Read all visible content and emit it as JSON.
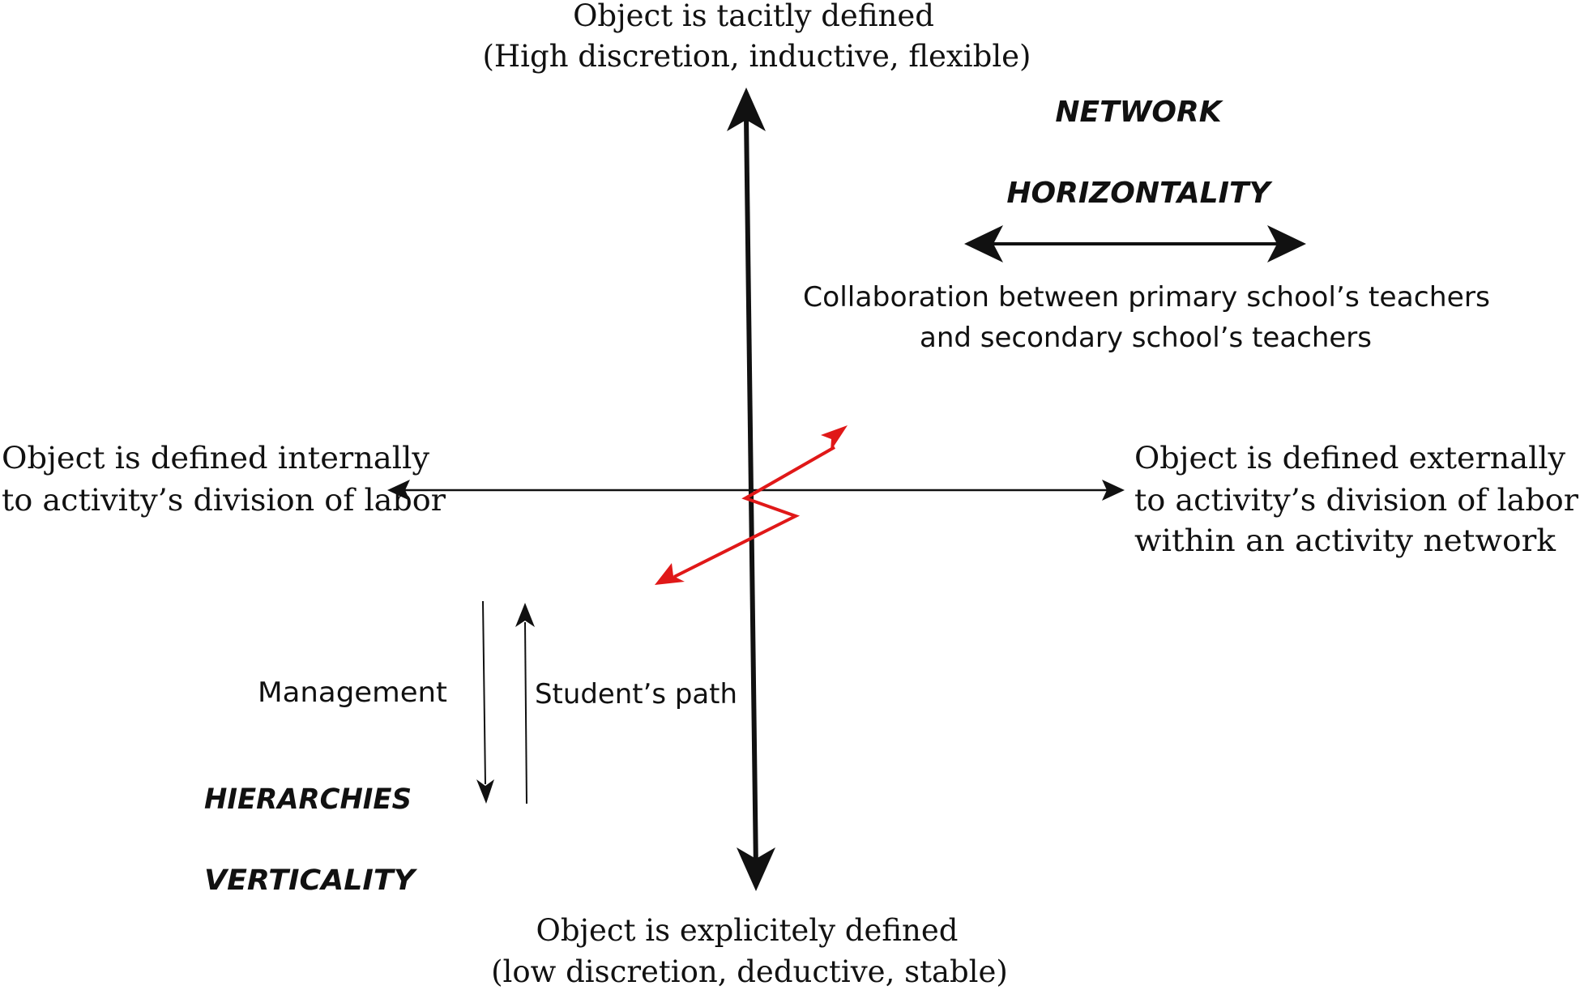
{
  "labels": {
    "top_line1": "Object is tacitly defined",
    "top_line2": "(High discretion, inductive, flexible)",
    "bottom_line1": "Object is explicitely defined",
    "bottom_line2": "(low discretion, deductive, stable)",
    "left_line1": "Object is defined internally",
    "left_line2": "to activity’s division of labor",
    "right_line1": "Object is defined externally",
    "right_line2": "to activity’s division of labor",
    "right_line3": "within an activity network",
    "network": "NETWORK",
    "horizontality": "HORIZONTALITY",
    "collab_line1": "Collaboration between primary school’s teachers",
    "collab_line2": "and secondary school’s teachers",
    "management": "Management",
    "students_path": "Student’s path",
    "hierarchies": "HIERARCHIES",
    "verticality": "VERTICALITY"
  },
  "colors": {
    "ink": "#111111",
    "path_red": "#e01818"
  }
}
